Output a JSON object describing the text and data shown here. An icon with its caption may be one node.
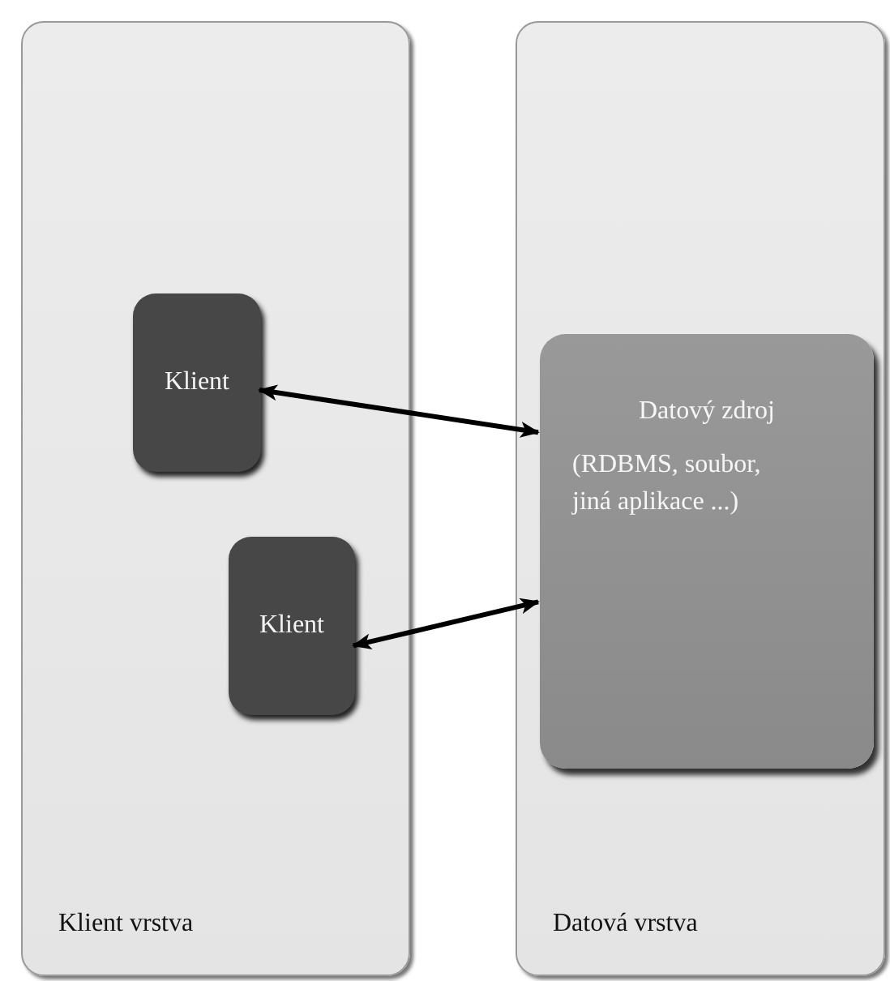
{
  "diagram": {
    "nodes": [
      {
        "text": [
          "Klient vrstva"
        ]
      },
      {
        "text": [
          "Klient"
        ],
        "in": 0
      },
      {
        "text": [
          "Klient"
        ],
        "in": 0
      },
      {
        "text": [
          "Datová vrstva"
        ]
      },
      {
        "text": [
          "Datový zdroj",
          "(RDBMS, soubor, jiná aplikace ...)"
        ],
        "in": 3
      }
    ],
    "edges": [
      {
        "from": 1,
        "to": 4,
        "arrow": "both"
      },
      {
        "from": 2,
        "to": 4,
        "arrow": "both"
      }
    ]
  }
}
